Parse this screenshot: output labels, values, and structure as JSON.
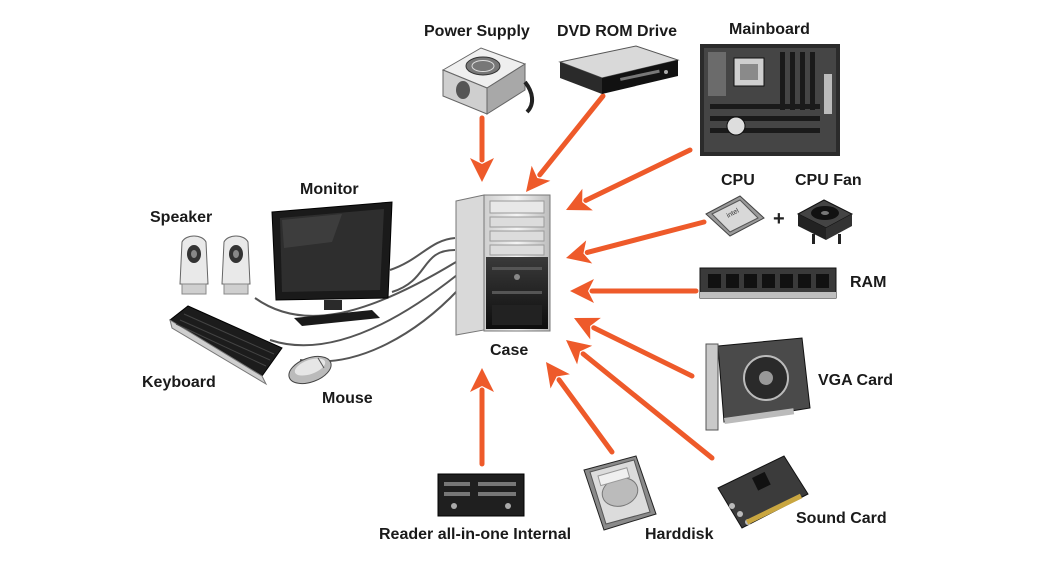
{
  "diagram": {
    "center": {
      "label": "Case",
      "icon": "pc-case-icon"
    },
    "arrow_color": "#ee5a2a",
    "components": [
      {
        "id": "power-supply",
        "label": "Power Supply",
        "icon": "power-supply-icon"
      },
      {
        "id": "dvd-rom-drive",
        "label": "DVD ROM Drive",
        "icon": "dvd-drive-icon"
      },
      {
        "id": "mainboard",
        "label": "Mainboard",
        "icon": "motherboard-icon"
      },
      {
        "id": "cpu",
        "label": "CPU",
        "icon": "cpu-chip-icon"
      },
      {
        "id": "cpu-fan",
        "label": "CPU Fan",
        "icon": "cpu-fan-icon"
      },
      {
        "id": "ram",
        "label": "RAM",
        "icon": "ram-stick-icon"
      },
      {
        "id": "vga-card",
        "label": "VGA Card",
        "icon": "graphics-card-icon"
      },
      {
        "id": "sound-card",
        "label": "Sound Card",
        "icon": "sound-card-icon"
      },
      {
        "id": "harddisk",
        "label": "Harddisk",
        "icon": "hard-disk-icon"
      },
      {
        "id": "card-reader",
        "label": "Reader all-in-one Internal",
        "icon": "card-reader-icon"
      }
    ],
    "cpu_plus_symbol": "+",
    "peripherals": [
      {
        "id": "monitor",
        "label": "Monitor",
        "icon": "monitor-icon"
      },
      {
        "id": "speaker",
        "label": "Speaker",
        "icon": "speaker-icon"
      },
      {
        "id": "keyboard",
        "label": "Keyboard",
        "icon": "keyboard-icon"
      },
      {
        "id": "mouse",
        "label": "Mouse",
        "icon": "mouse-icon"
      }
    ]
  }
}
